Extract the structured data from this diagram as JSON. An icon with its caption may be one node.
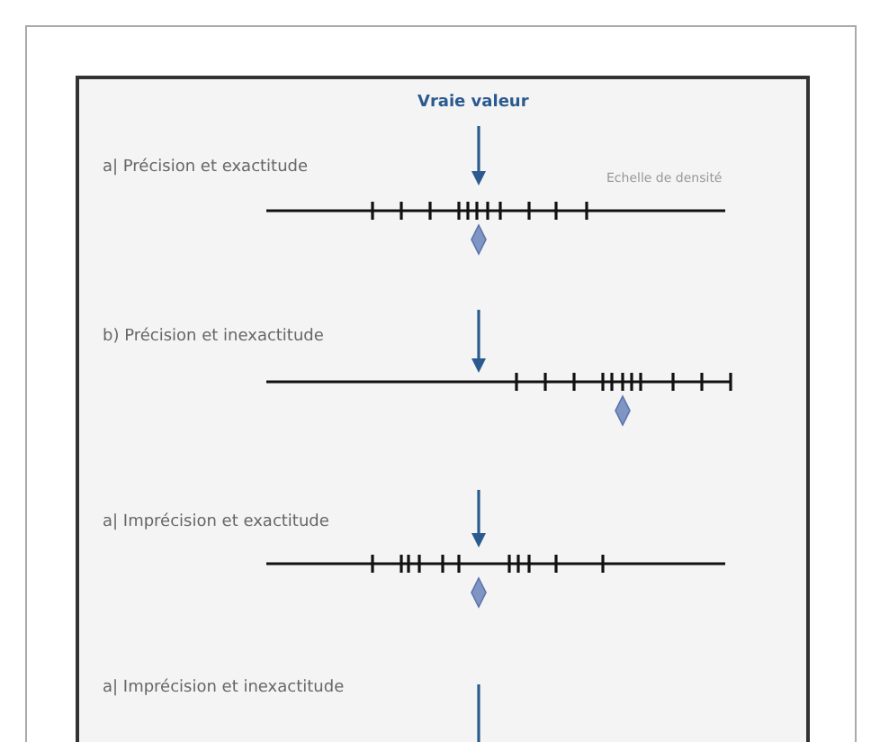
{
  "diagram": {
    "labels": [
      "Vraie valeur",
      "a| Précision et exactitude",
      "Echelle de densité",
      "b) Précision et inexactitude",
      "a| Imprécision et exactitude",
      "a| Imprécision et inexactitude"
    ]
  }
}
